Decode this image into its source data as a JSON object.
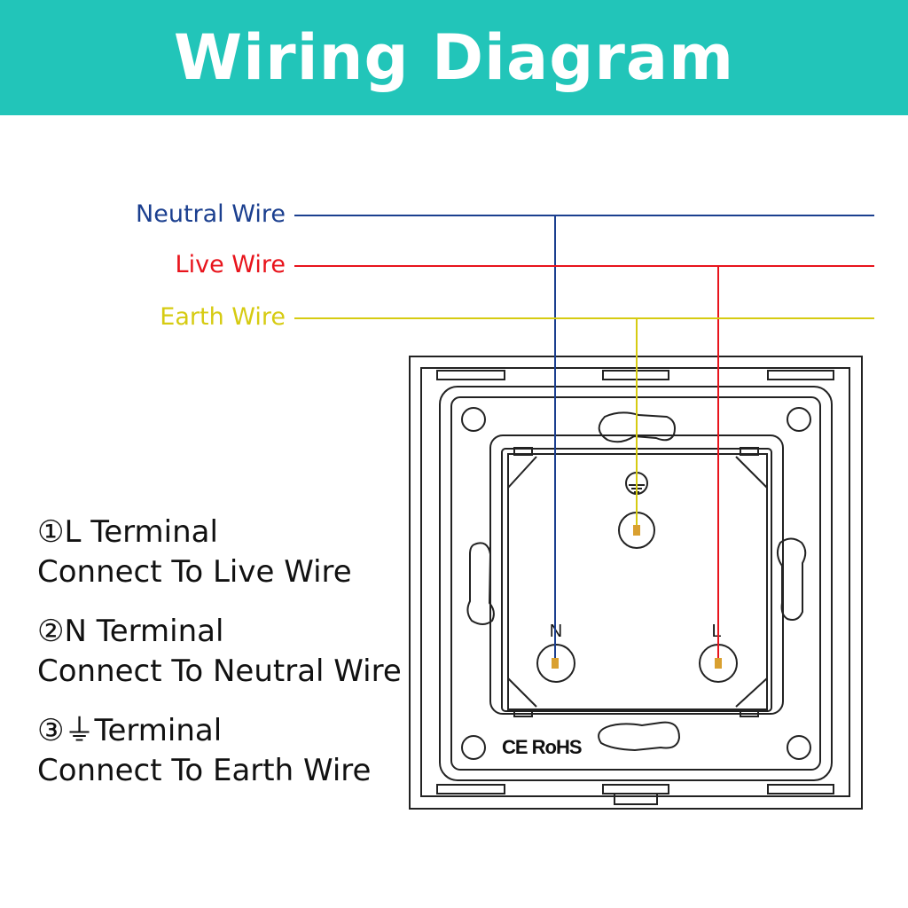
{
  "header": {
    "title": "Wiring Diagram"
  },
  "wires": [
    {
      "label": "Neutral Wire",
      "color": "#1b3f8f"
    },
    {
      "label": "Live Wire",
      "color": "#e8141c"
    },
    {
      "label": "Earth Wire",
      "color": "#d6cb12"
    }
  ],
  "switch": {
    "n_label": "N",
    "l_label": "L",
    "marks": "CE RoHS"
  },
  "terminals": [
    {
      "title": "①L Terminal",
      "desc": "Connect To Live Wire"
    },
    {
      "title": "②N Terminal",
      "desc": "Connect To Neutral Wire"
    },
    {
      "title": "③⏚Terminal",
      "desc": "Connect To Earth Wire"
    }
  ],
  "colors": {
    "header": "#22c5b9",
    "terminal_pin": "#d9a030"
  }
}
